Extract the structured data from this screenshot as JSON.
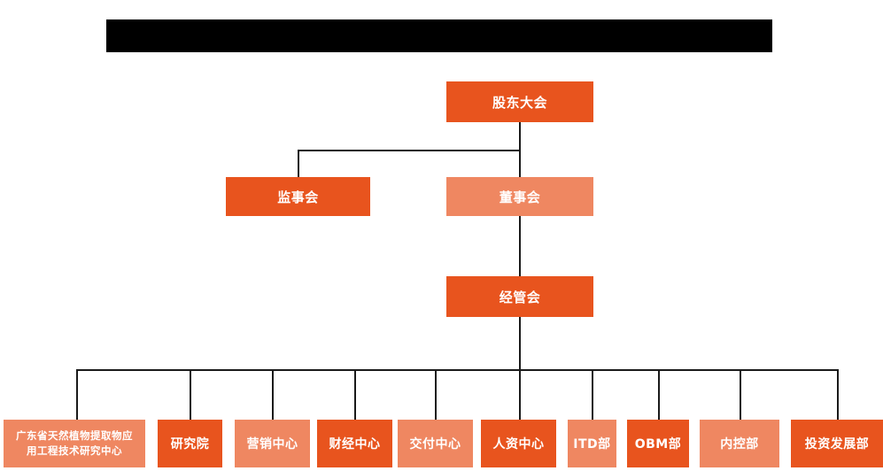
{
  "page": {
    "title_banner": {
      "name": "redacted-title-banner",
      "text": "",
      "color": "#000000"
    },
    "background_color": "#ffffff"
  },
  "theme": {
    "accent_dark": "#e8541e",
    "accent_light": "#ef8761",
    "line_color": "#1a1a1a",
    "text_color": "#ffffff"
  },
  "chart_data": {
    "type": "diagram",
    "subtype": "organization-chart",
    "title": "",
    "levels": [
      {
        "level": 1,
        "nodes": [
          {
            "id": "shareholders",
            "label": "股东大会",
            "fill": "dark"
          }
        ]
      },
      {
        "level": 2,
        "nodes": [
          {
            "id": "supervisors",
            "label": "监事会",
            "fill": "dark"
          },
          {
            "id": "directors",
            "label": "董事会",
            "fill": "light"
          }
        ]
      },
      {
        "level": 3,
        "nodes": [
          {
            "id": "management",
            "label": "经管会",
            "fill": "dark"
          }
        ]
      },
      {
        "level": 4,
        "nodes": [
          {
            "id": "dept-1",
            "label": "广东省天然植物提取物应\n用工程技术研究中心",
            "fill": "light"
          },
          {
            "id": "dept-2",
            "label": "研究院",
            "fill": "dark"
          },
          {
            "id": "dept-3",
            "label": "营销中心",
            "fill": "light"
          },
          {
            "id": "dept-4",
            "label": "财经中心",
            "fill": "dark"
          },
          {
            "id": "dept-5",
            "label": "交付中心",
            "fill": "light"
          },
          {
            "id": "dept-6",
            "label": "人资中心",
            "fill": "dark"
          },
          {
            "id": "dept-7",
            "label": "ITD部",
            "fill": "light"
          },
          {
            "id": "dept-8",
            "label": "OBM部",
            "fill": "dark"
          },
          {
            "id": "dept-9",
            "label": "内控部",
            "fill": "light"
          },
          {
            "id": "dept-10",
            "label": "投资发展部",
            "fill": "dark"
          }
        ]
      }
    ],
    "edges": [
      {
        "from": "shareholders",
        "to": "supervisors"
      },
      {
        "from": "shareholders",
        "to": "directors"
      },
      {
        "from": "directors",
        "to": "management"
      },
      {
        "from": "management",
        "to": "dept-1"
      },
      {
        "from": "management",
        "to": "dept-2"
      },
      {
        "from": "management",
        "to": "dept-3"
      },
      {
        "from": "management",
        "to": "dept-4"
      },
      {
        "from": "management",
        "to": "dept-5"
      },
      {
        "from": "management",
        "to": "dept-6"
      },
      {
        "from": "management",
        "to": "dept-7"
      },
      {
        "from": "management",
        "to": "dept-8"
      },
      {
        "from": "management",
        "to": "dept-9"
      },
      {
        "from": "management",
        "to": "dept-10"
      }
    ]
  },
  "nodes": {
    "shareholders": {
      "label": "股东大会"
    },
    "supervisors": {
      "label": "监事会"
    },
    "directors": {
      "label": "董事会"
    },
    "management": {
      "label": "经管会"
    },
    "dept_1": {
      "label": "广东省天然植物提取物应\n用工程技术研究中心"
    },
    "dept_2": {
      "label": "研究院"
    },
    "dept_3": {
      "label": "营销中心"
    },
    "dept_4": {
      "label": "财经中心"
    },
    "dept_5": {
      "label": "交付中心"
    },
    "dept_6": {
      "label": "人资中心"
    },
    "dept_7": {
      "label": "ITD部"
    },
    "dept_8": {
      "label": "OBM部"
    },
    "dept_9": {
      "label": "内控部"
    },
    "dept_10": {
      "label": "投资发展部"
    }
  }
}
